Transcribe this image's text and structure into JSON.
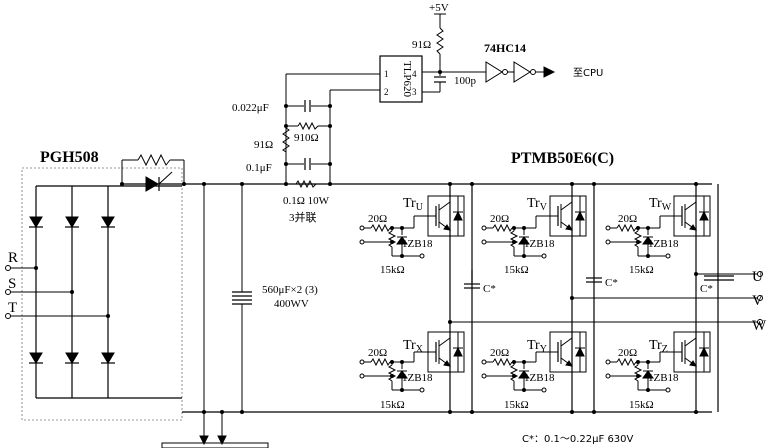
{
  "supply": {
    "vcc": "+5V",
    "r_pullup": "91Ω"
  },
  "optocoupler": {
    "part": "TLP620",
    "pins": {
      "p1": "1",
      "p2": "2",
      "p3": "3",
      "p4": "4"
    },
    "cap": "100p"
  },
  "logic": {
    "part": "74HC14",
    "output_label": "至CPU"
  },
  "sense": {
    "c1": "0.022μF",
    "r1": "910Ω",
    "r2": "91Ω",
    "c2": "0.1μF",
    "shunt": "0.1Ω 10W",
    "shunt_note": "3并联"
  },
  "rectifier": {
    "part": "PGH508"
  },
  "dc_bus": {
    "cap_value": "560μF×2 (3)",
    "cap_voltage": "400WV"
  },
  "inputs": {
    "r": "R",
    "s": "S",
    "t": "T"
  },
  "module": {
    "part": "PTMB50E6(C)"
  },
  "transistors": {
    "tru": {
      "base": "Tr",
      "sub": "U"
    },
    "trv": {
      "base": "Tr",
      "sub": "V"
    },
    "trw": {
      "base": "Tr",
      "sub": "W"
    },
    "trx": {
      "base": "Tr",
      "sub": "X"
    },
    "try": {
      "base": "Tr",
      "sub": "Y"
    },
    "trz": {
      "base": "Tr",
      "sub": "Z"
    }
  },
  "gate": {
    "r_gate": "20Ω",
    "zener": "1ZB18",
    "r_bias": "15kΩ"
  },
  "snubber": {
    "label": "C*",
    "note": "C*：0.1～0.22μF 630V"
  },
  "outputs": {
    "u": "U",
    "v": "V",
    "w": "W"
  }
}
